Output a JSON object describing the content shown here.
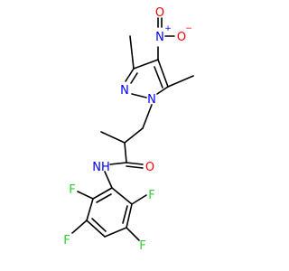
{
  "structure": {
    "atom_labels": {
      "nitro_n": "N",
      "nitro_o_top": "O",
      "nitro_o_right": "O",
      "ring_n2": "N",
      "ring_n1": "N",
      "amide_o": "O",
      "amide_nh": "NH",
      "f_left_top": "F",
      "f_right_top": "F",
      "f_left_bottom": "F",
      "f_right_bottom": "F"
    },
    "charges": {
      "nitro_n": "+",
      "nitro_o_right": "−"
    },
    "colors": {
      "bond": "#000000",
      "nitrogen": "#0000FF",
      "oxygen": "#FF0000",
      "fluorine": "#33CC33"
    }
  }
}
